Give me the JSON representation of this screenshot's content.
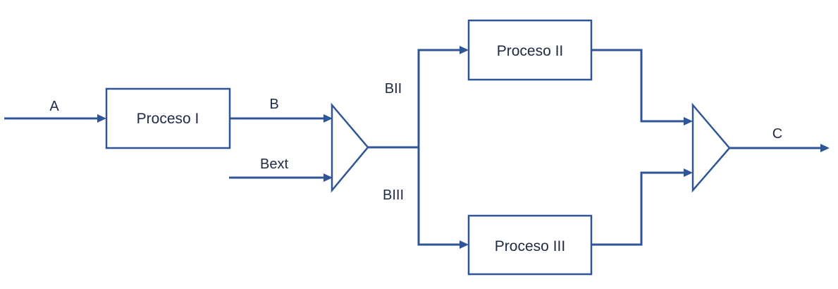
{
  "colors": {
    "line": "#2f5597",
    "text": "#1f2a44",
    "background": "#ffffff"
  },
  "processes": {
    "p1": {
      "label": "Proceso I"
    },
    "p2": {
      "label": "Proceso II"
    },
    "p3": {
      "label": "Proceso III"
    }
  },
  "mixers": {
    "m1": {
      "shape": "triangle-right"
    },
    "m2": {
      "shape": "triangle-right"
    }
  },
  "streams": {
    "a": {
      "label": "A"
    },
    "b": {
      "label": "B"
    },
    "bext": {
      "label": "Bext"
    },
    "bii": {
      "label": "BII"
    },
    "biii": {
      "label": "BIII"
    },
    "c": {
      "label": "C"
    }
  },
  "connections": [
    {
      "from": "input",
      "to": "p1",
      "stream": "a"
    },
    {
      "from": "p1",
      "to": "m1",
      "stream": "b"
    },
    {
      "from": "input",
      "to": "m1",
      "stream": "bext"
    },
    {
      "from": "m1",
      "to": "p2",
      "stream": "bii"
    },
    {
      "from": "m1",
      "to": "p3",
      "stream": "biii"
    },
    {
      "from": "p2",
      "to": "m2"
    },
    {
      "from": "p3",
      "to": "m2"
    },
    {
      "from": "m2",
      "to": "output",
      "stream": "c"
    }
  ]
}
